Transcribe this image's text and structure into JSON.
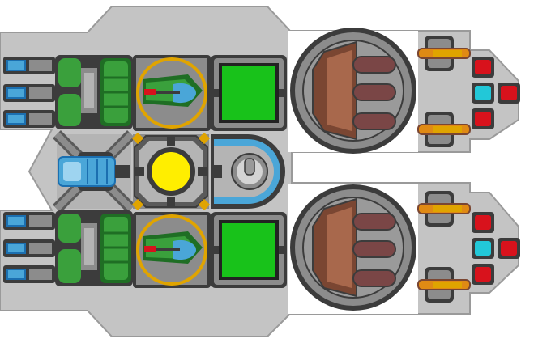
{
  "title": "",
  "colors": {
    "hull": "#c4c4c4",
    "hull_edge": "#9a9a9a",
    "background": "#ffffff",
    "module_frame": "#3c3c3c",
    "module_fill": "#8c8c8c",
    "module_light": "#b4b4b4",
    "green": "#18c21a",
    "green_dark": "#1f6e24",
    "green_mid": "#3aa03c",
    "yellow": "#ffee00",
    "gold": "#e0a400",
    "blue": "#4aa6d8",
    "blue_light": "#9ed4f0",
    "brown": "#7a4632",
    "brown_light": "#a8684c",
    "barrel": "#7a4646",
    "red": "#d8121c",
    "cyan": "#22c8d8",
    "orange": "#e08a14"
  },
  "modules": {
    "thruster_stacks": 2,
    "engines": 2,
    "cockpit_modules": 2,
    "reactor": 1,
    "green_panels": 2,
    "shield_dome": 1,
    "cannon_turrets": 2,
    "gun_turrets": 4,
    "red_lights": 6,
    "cyan_lights": 2
  }
}
